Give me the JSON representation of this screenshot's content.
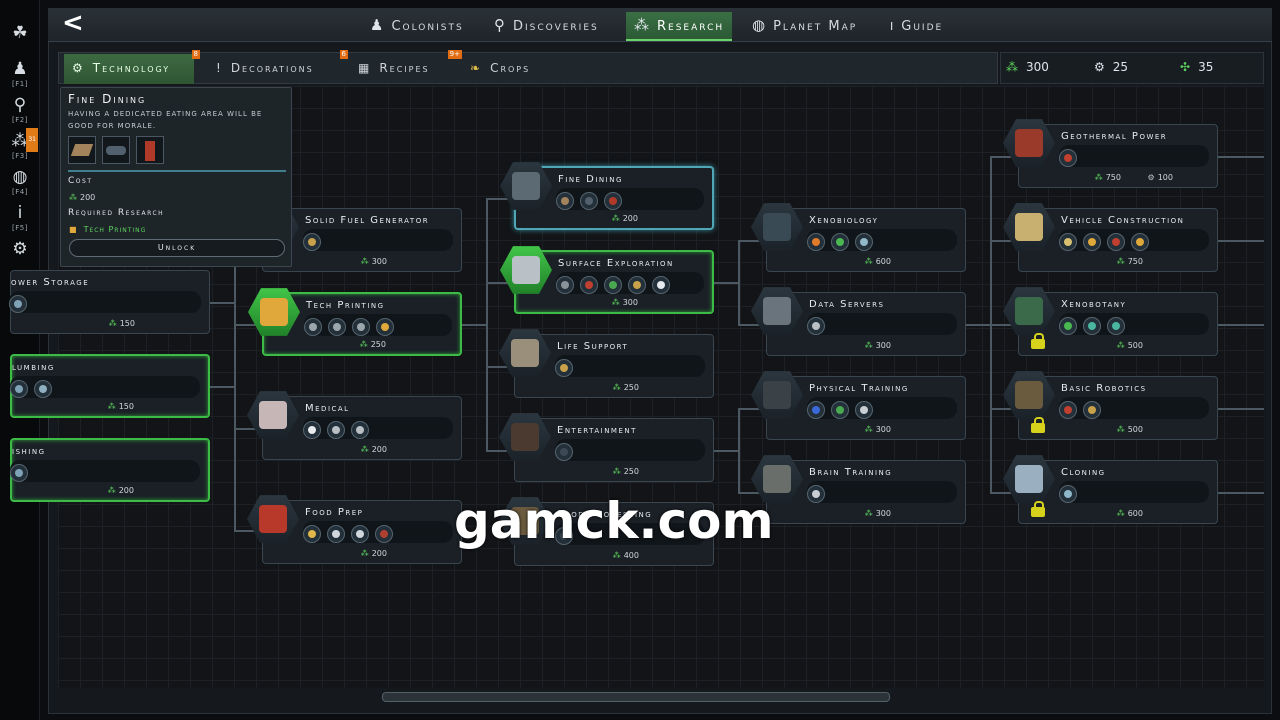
{
  "sidebar": {
    "items": [
      {
        "icon": "colony-tree-icon",
        "key": ""
      },
      {
        "icon": "colonists-icon",
        "key": "[F1]"
      },
      {
        "icon": "discoveries-icon",
        "key": "[F2]"
      },
      {
        "icon": "research-icon",
        "key": "[F3]",
        "badge": "31"
      },
      {
        "icon": "planet-map-icon",
        "key": "[F4]"
      },
      {
        "icon": "guide-icon",
        "key": "[F5]"
      },
      {
        "icon": "settings-gear-icon",
        "key": ""
      }
    ]
  },
  "topnav": {
    "back": "<",
    "tabs": [
      {
        "label": "Colonists",
        "icon": "colonists-icon"
      },
      {
        "label": "Discoveries",
        "icon": "discoveries-icon"
      },
      {
        "label": "Research",
        "icon": "research-icon",
        "active": true
      },
      {
        "label": "Planet Map",
        "icon": "planet-map-icon"
      },
      {
        "label": "Guide",
        "icon": "guide-icon"
      }
    ]
  },
  "subnav": {
    "tabs": [
      {
        "label": "Technology",
        "badge": "8",
        "active": true
      },
      {
        "label": "Decorations",
        "badge": "6"
      },
      {
        "label": "Recipes",
        "badge": "9+"
      },
      {
        "label": "Crops",
        "badge": ""
      }
    ]
  },
  "resources": [
    {
      "icon": "research-points-icon",
      "value": "300"
    },
    {
      "icon": "gear-parts-icon",
      "value": "25"
    },
    {
      "icon": "xeno-research-icon",
      "value": "35"
    }
  ],
  "tooltip": {
    "title": "Fine Dining",
    "description": "Having a dedicated eating area will be good for morale.",
    "cost_label": "Cost",
    "cost_value": "200",
    "required_label": "Required Research",
    "required_item": "Tech Printing",
    "unlock_label": "Unlock"
  },
  "nodes": [
    {
      "id": "solid-fuel-generator",
      "title": "Solid Fuel Generator",
      "cost": "300",
      "state": "normal"
    },
    {
      "id": "power-storage",
      "title": "ower Storage",
      "cost": "150",
      "state": "normal"
    },
    {
      "id": "plumbing",
      "title": "lumbing",
      "cost": "150",
      "state": "researched"
    },
    {
      "id": "fishing",
      "title": "ishing",
      "cost": "200",
      "state": "researched"
    },
    {
      "id": "tech-printing",
      "title": "Tech Printing",
      "cost": "250",
      "state": "researched"
    },
    {
      "id": "medical",
      "title": "Medical",
      "cost": "200",
      "state": "normal"
    },
    {
      "id": "food-prep",
      "title": "Food Prep",
      "cost": "200",
      "state": "normal"
    },
    {
      "id": "fine-dining",
      "title": "Fine Dining",
      "cost": "200",
      "state": "selected"
    },
    {
      "id": "surface-exploration",
      "title": "Surface Exploration",
      "cost": "300",
      "state": "researched"
    },
    {
      "id": "life-support",
      "title": "Life Support",
      "cost": "250",
      "state": "normal"
    },
    {
      "id": "entertainment",
      "title": "Entertainment",
      "cost": "250",
      "state": "normal"
    },
    {
      "id": "food-processing",
      "title": "Food Processing",
      "cost": "400",
      "state": "normal"
    },
    {
      "id": "xenobiology",
      "title": "Xenobiology",
      "cost": "600",
      "state": "normal"
    },
    {
      "id": "data-servers",
      "title": "Data Servers",
      "cost": "300",
      "state": "normal"
    },
    {
      "id": "physical-training",
      "title": "Physical Training",
      "cost": "300",
      "state": "normal"
    },
    {
      "id": "brain-training",
      "title": "Brain Training",
      "cost": "300",
      "state": "normal"
    },
    {
      "id": "geothermal-power",
      "title": "Geothermal Power",
      "cost": "750",
      "cost2": "100",
      "state": "normal"
    },
    {
      "id": "vehicle-construction",
      "title": "Vehicle Construction",
      "cost": "750",
      "state": "normal"
    },
    {
      "id": "xenobotany",
      "title": "Xenobotany",
      "cost": "500",
      "state": "locked"
    },
    {
      "id": "basic-robotics",
      "title": "Basic Robotics",
      "cost": "500",
      "state": "locked"
    },
    {
      "id": "cloning",
      "title": "Cloning",
      "cost": "600",
      "state": "locked"
    }
  ],
  "watermark": "gamck.com",
  "colors": {
    "accent_green": "#3cbc46",
    "selected_teal": "#4fa6b4",
    "lock_yellow": "#d6d11b"
  }
}
